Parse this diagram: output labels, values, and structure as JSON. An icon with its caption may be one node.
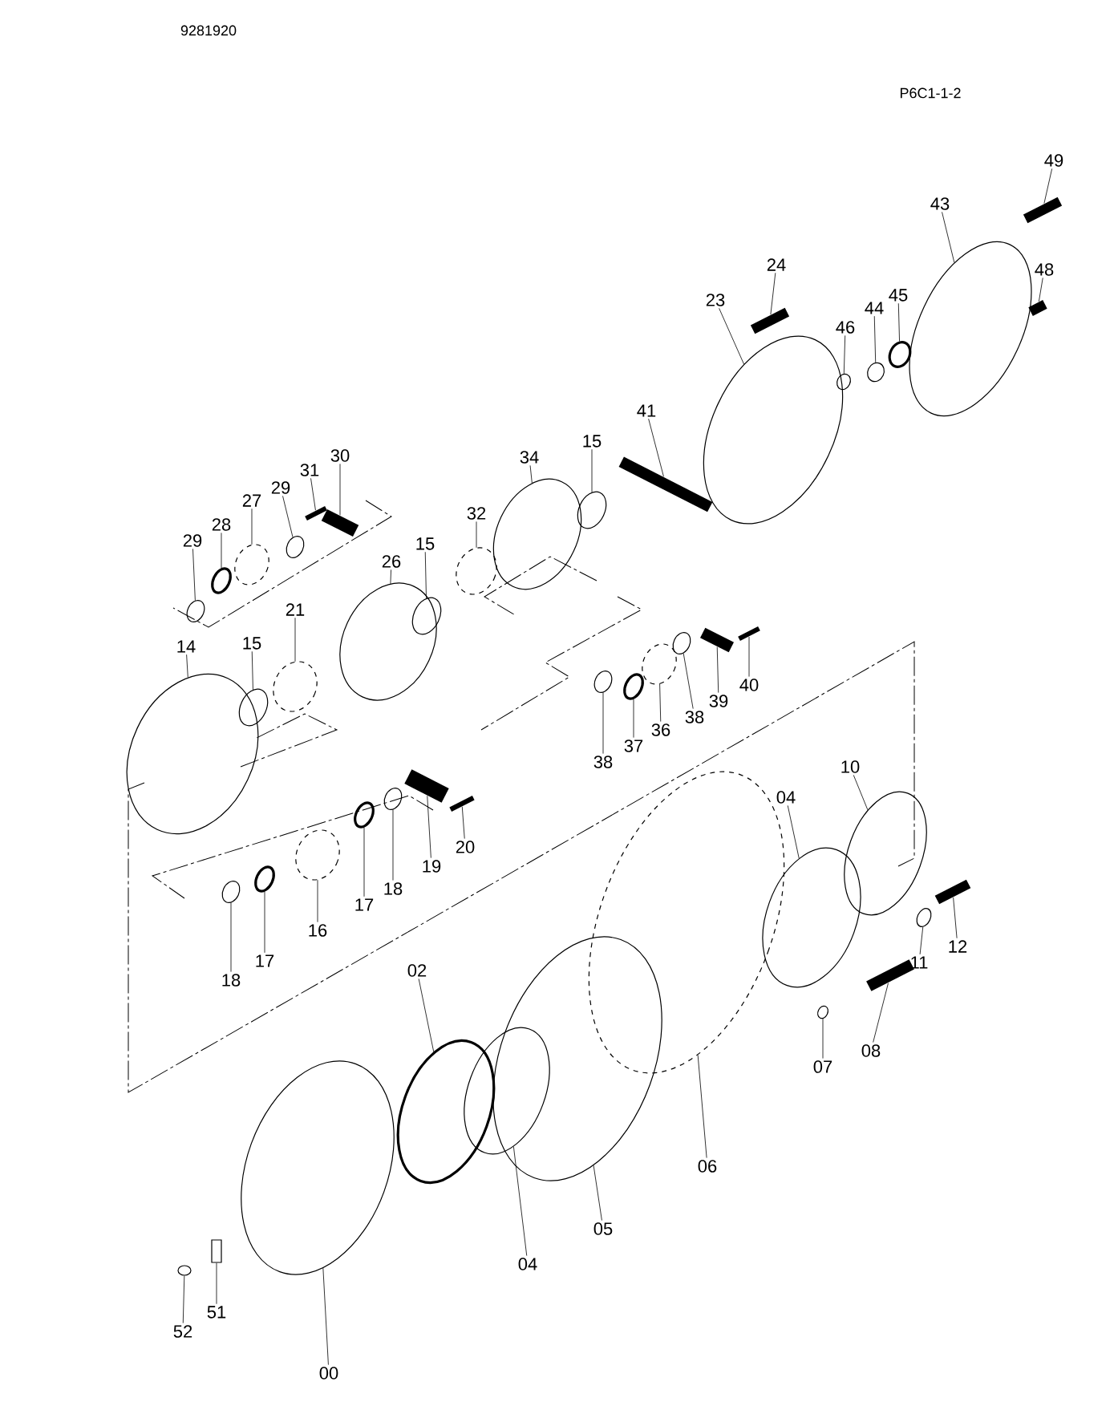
{
  "diagram": {
    "nodes": [
      {
        "text": [
          "49"
        ]
      },
      {
        "text": [
          "43"
        ]
      },
      {
        "text": [
          "48"
        ]
      },
      {
        "text": [
          "24"
        ]
      },
      {
        "text": [
          "23"
        ]
      },
      {
        "text": [
          "46"
        ]
      },
      {
        "text": [
          "44"
        ]
      },
      {
        "text": [
          "45"
        ]
      },
      {
        "text": [
          "41"
        ]
      },
      {
        "text": [
          "15"
        ]
      },
      {
        "text": [
          "34"
        ]
      },
      {
        "text": [
          "32"
        ]
      },
      {
        "text": [
          "30"
        ]
      },
      {
        "text": [
          "31"
        ]
      },
      {
        "text": [
          "29"
        ]
      },
      {
        "text": [
          "27"
        ]
      },
      {
        "text": [
          "28"
        ]
      },
      {
        "text": [
          "29"
        ]
      },
      {
        "text": [
          "26"
        ]
      },
      {
        "text": [
          "15"
        ]
      },
      {
        "text": [
          "21"
        ]
      },
      {
        "text": [
          "15"
        ]
      },
      {
        "text": [
          "14"
        ]
      },
      {
        "text": [
          "38"
        ]
      },
      {
        "text": [
          "39"
        ]
      },
      {
        "text": [
          "40"
        ]
      },
      {
        "text": [
          "36"
        ]
      },
      {
        "text": [
          "37"
        ]
      },
      {
        "text": [
          "38"
        ]
      },
      {
        "text": [
          "19"
        ]
      },
      {
        "text": [
          "20"
        ]
      },
      {
        "text": [
          "18"
        ]
      },
      {
        "text": [
          "17"
        ]
      },
      {
        "text": [
          "16"
        ]
      },
      {
        "text": [
          "17"
        ]
      },
      {
        "text": [
          "18"
        ]
      },
      {
        "text": [
          "10"
        ]
      },
      {
        "text": [
          "04"
        ]
      },
      {
        "text": [
          "11"
        ]
      },
      {
        "text": [
          "12"
        ]
      },
      {
        "text": [
          "02"
        ]
      },
      {
        "text": [
          "07"
        ]
      },
      {
        "text": [
          "08"
        ]
      },
      {
        "text": [
          "06"
        ]
      },
      {
        "text": [
          "05"
        ]
      },
      {
        "text": [
          "04"
        ]
      },
      {
        "text": [
          "51"
        ]
      },
      {
        "text": [
          "52"
        ]
      },
      {
        "text": [
          "00"
        ]
      },
      {
        "text": [],
        "shape": "bar"
      },
      {
        "text": [],
        "shape": "circle"
      },
      {
        "text": [],
        "shape": "bar"
      },
      {
        "text": [],
        "shape": "bar"
      },
      {
        "text": [],
        "shape": "circle"
      },
      {
        "text": [],
        "shape": "circle"
      },
      {
        "text": [],
        "shape": "circle"
      },
      {
        "text": [],
        "shape": "circle"
      },
      {
        "text": [],
        "shape": "bar"
      },
      {
        "text": [],
        "shape": "circle"
      },
      {
        "text": [],
        "shape": "circle"
      },
      {
        "text": [],
        "shape": "circle"
      },
      {
        "text": [],
        "shape": "bar"
      },
      {
        "text": [],
        "shape": "bar"
      },
      {
        "text": [],
        "shape": "circle"
      },
      {
        "text": [],
        "shape": "circle"
      },
      {
        "text": [],
        "shape": "circle"
      },
      {
        "text": [],
        "shape": "circle"
      },
      {
        "text": [],
        "shape": "circle"
      },
      {
        "text": [],
        "shape": "circle"
      },
      {
        "text": [],
        "shape": "circle"
      },
      {
        "text": [],
        "shape": "circle"
      },
      {
        "text": [],
        "shape": "circle"
      },
      {
        "text": [],
        "shape": "circle"
      },
      {
        "text": [],
        "shape": "bar"
      },
      {
        "text": [],
        "shape": "bar"
      },
      {
        "text": [],
        "shape": "circle"
      },
      {
        "text": [],
        "shape": "circle"
      },
      {
        "text": [],
        "shape": "circle"
      },
      {
        "text": [],
        "shape": "bar"
      },
      {
        "text": [],
        "shape": "bar"
      },
      {
        "text": [],
        "shape": "circle"
      },
      {
        "text": [],
        "shape": "circle"
      },
      {
        "text": [],
        "shape": "circle"
      },
      {
        "text": [],
        "shape": "circle"
      },
      {
        "text": [],
        "shape": "circle"
      },
      {
        "text": [],
        "shape": "circle"
      },
      {
        "text": [],
        "shape": "circle"
      },
      {
        "text": [],
        "shape": "circle"
      },
      {
        "text": [],
        "shape": "bar"
      },
      {
        "text": [],
        "shape": "circle"
      },
      {
        "text": [],
        "shape": "circle"
      },
      {
        "text": [],
        "shape": "bar"
      },
      {
        "text": [],
        "shape": "circle"
      },
      {
        "text": [],
        "shape": "circle"
      },
      {
        "text": [],
        "shape": "circle"
      },
      {
        "text": [],
        "shape": "box"
      },
      {
        "text": [],
        "shape": "circle"
      },
      {
        "text": [],
        "shape": "circle"
      }
    ],
    "edges": [
      {
        "from": 0,
        "to": 49,
        "arrow": "none"
      },
      {
        "from": 1,
        "to": 50,
        "arrow": "none"
      },
      {
        "from": 2,
        "to": 51,
        "arrow": "none"
      },
      {
        "from": 3,
        "to": 52,
        "arrow": "none"
      },
      {
        "from": 4,
        "to": 53,
        "arrow": "none"
      },
      {
        "from": 5,
        "to": 54,
        "arrow": "none"
      },
      {
        "from": 6,
        "to": 55,
        "arrow": "none"
      },
      {
        "from": 7,
        "to": 56,
        "arrow": "none"
      },
      {
        "from": 8,
        "to": 57,
        "arrow": "none"
      },
      {
        "from": 9,
        "to": 58,
        "arrow": "none"
      },
      {
        "from": 10,
        "to": 59,
        "arrow": "none"
      },
      {
        "from": 11,
        "to": 60,
        "arrow": "none"
      },
      {
        "from": 12,
        "to": 61,
        "arrow": "none"
      },
      {
        "from": 13,
        "to": 62,
        "arrow": "none"
      },
      {
        "from": 14,
        "to": 63,
        "arrow": "none"
      },
      {
        "from": 15,
        "to": 64,
        "arrow": "none"
      },
      {
        "from": 16,
        "to": 65,
        "arrow": "none"
      },
      {
        "from": 17,
        "to": 66,
        "arrow": "none"
      },
      {
        "from": 18,
        "to": 67,
        "arrow": "none"
      },
      {
        "from": 19,
        "to": 68,
        "arrow": "none"
      },
      {
        "from": 20,
        "to": 69,
        "arrow": "none"
      },
      {
        "from": 21,
        "to": 70,
        "arrow": "none"
      },
      {
        "from": 22,
        "to": 71,
        "arrow": "none"
      },
      {
        "from": 23,
        "to": 72,
        "arrow": "none"
      },
      {
        "from": 24,
        "to": 73,
        "arrow": "none"
      },
      {
        "from": 25,
        "to": 74,
        "arrow": "none"
      },
      {
        "from": 26,
        "to": 75,
        "arrow": "none"
      },
      {
        "from": 27,
        "to": 76,
        "arrow": "none"
      },
      {
        "from": 28,
        "to": 77,
        "arrow": "none"
      },
      {
        "from": 29,
        "to": 78,
        "arrow": "none"
      },
      {
        "from": 30,
        "to": 79,
        "arrow": "none"
      },
      {
        "from": 31,
        "to": 80,
        "arrow": "none"
      },
      {
        "from": 32,
        "to": 81,
        "arrow": "none"
      },
      {
        "from": 33,
        "to": 82,
        "arrow": "none"
      },
      {
        "from": 34,
        "to": 83,
        "arrow": "none"
      },
      {
        "from": 35,
        "to": 84,
        "arrow": "none"
      },
      {
        "from": 36,
        "to": 85,
        "arrow": "none"
      },
      {
        "from": 37,
        "to": 86,
        "arrow": "none"
      },
      {
        "from": 38,
        "to": 87,
        "arrow": "none"
      },
      {
        "from": 39,
        "to": 88,
        "arrow": "none"
      },
      {
        "from": 40,
        "to": 89,
        "arrow": "none"
      },
      {
        "from": 41,
        "to": 90,
        "arrow": "none"
      },
      {
        "from": 42,
        "to": 91,
        "arrow": "none"
      },
      {
        "from": 43,
        "to": 92,
        "arrow": "none"
      },
      {
        "from": 44,
        "to": 93,
        "arrow": "none"
      },
      {
        "from": 45,
        "to": 94,
        "arrow": "none"
      },
      {
        "from": 46,
        "to": 95,
        "arrow": "none"
      },
      {
        "from": 47,
        "to": 96,
        "arrow": "none"
      },
      {
        "from": 48,
        "to": 97,
        "arrow": "none"
      }
    ],
    "labels": [
      "9281920",
      "P6C1-1-2"
    ]
  }
}
